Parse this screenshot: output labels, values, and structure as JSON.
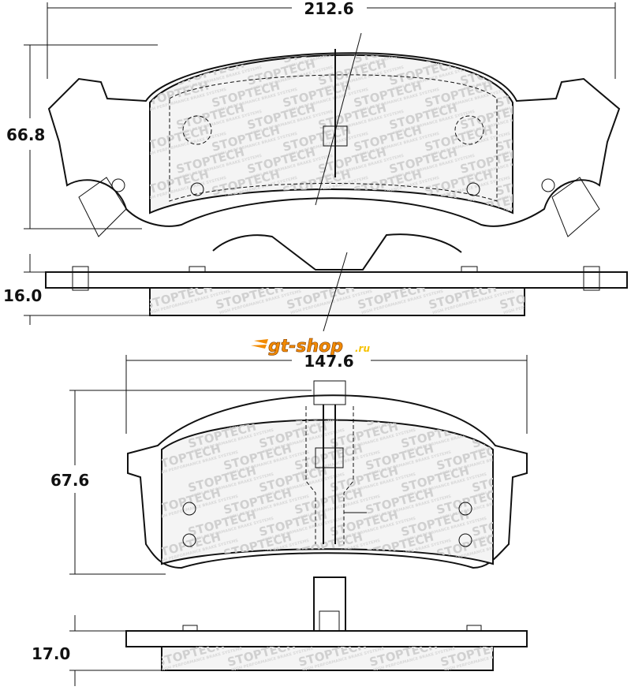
{
  "dimensions": {
    "pad1_width": "212.6",
    "pad1_height": "66.8",
    "pad1_thickness": "16.0",
    "pad2_width": "147.6",
    "pad2_height": "67.6",
    "pad2_thickness": "17.0"
  },
  "watermark": {
    "brand": "STOPTECH",
    "tagline": "HIGH PERFORMANCE BRAKE SYSTEMS",
    "shop_name": "gt-shop",
    "shop_tld": ".ru"
  }
}
